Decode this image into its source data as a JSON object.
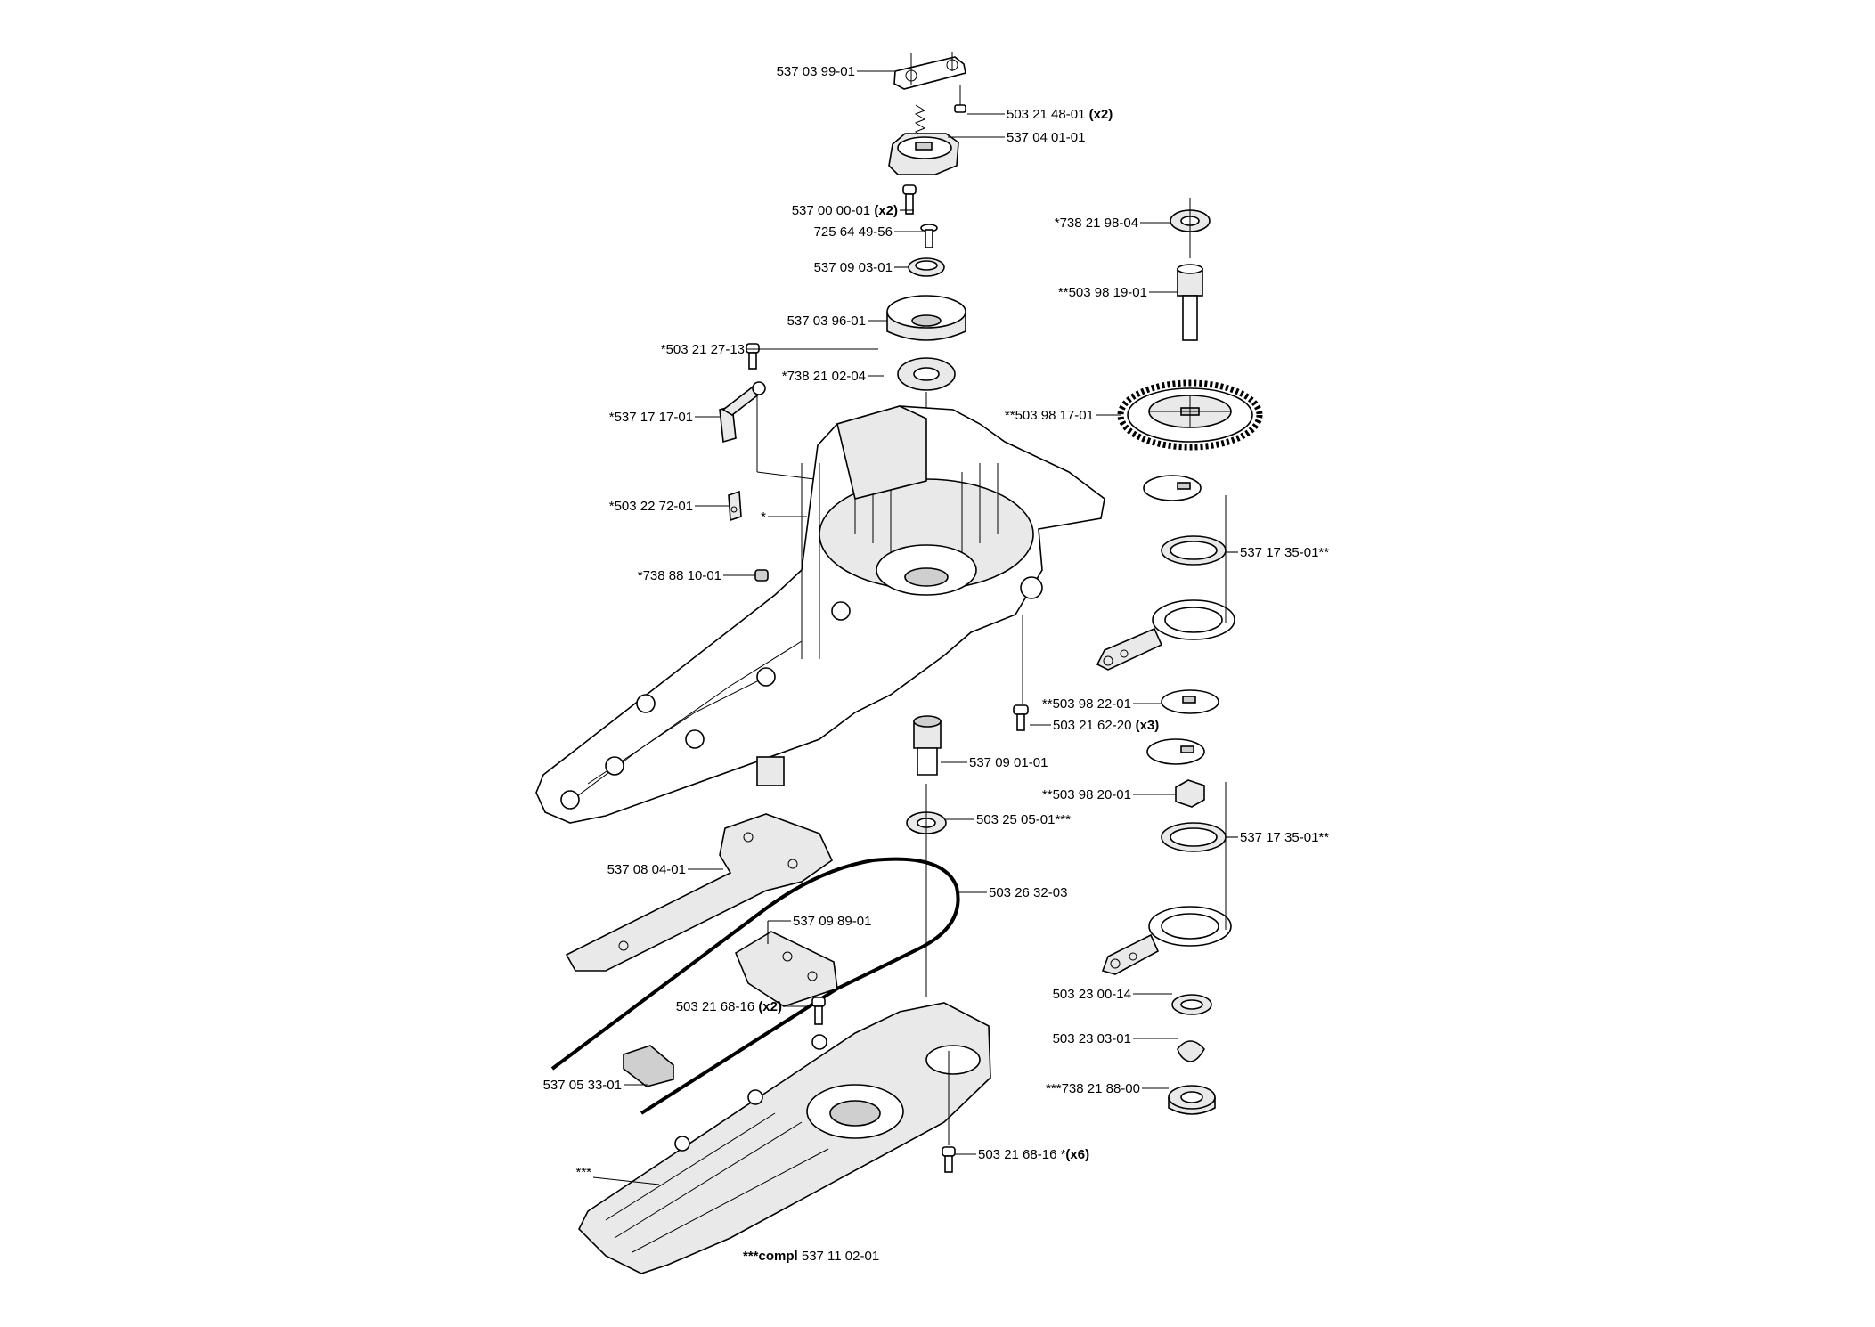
{
  "callouts": [
    {
      "id": "c1",
      "text": "537 03 99-01",
      "suffix": ""
    },
    {
      "id": "c2",
      "text": "503 21 48-01",
      "suffix": "(x2)"
    },
    {
      "id": "c3",
      "text": "537 04 01-01",
      "suffix": ""
    },
    {
      "id": "c4",
      "text": "537 00 00-01",
      "suffix": "(x2)"
    },
    {
      "id": "c5",
      "text": "725 64 49-56",
      "suffix": ""
    },
    {
      "id": "c6",
      "text": "537 09 03-01",
      "suffix": ""
    },
    {
      "id": "c7",
      "text": "537 03 96-01",
      "suffix": ""
    },
    {
      "id": "c8",
      "text": "*503 21 27-13",
      "suffix": ""
    },
    {
      "id": "c9",
      "text": "*738 21 02-04",
      "suffix": ""
    },
    {
      "id": "c10",
      "text": "*537 17 17-01",
      "suffix": ""
    },
    {
      "id": "c11",
      "text": "*503 22 72-01",
      "suffix": ""
    },
    {
      "id": "c12",
      "text": "*",
      "suffix": ""
    },
    {
      "id": "c13",
      "text": "*738 88 10-01",
      "suffix": ""
    },
    {
      "id": "c14",
      "text": "*738 21 98-04",
      "suffix": ""
    },
    {
      "id": "c15",
      "text": "**503 98 19-01",
      "suffix": ""
    },
    {
      "id": "c16",
      "text": "**503 98 17-01",
      "suffix": ""
    },
    {
      "id": "c17",
      "text": "537 17 35-01**",
      "suffix": ""
    },
    {
      "id": "c18",
      "text": "**503 98 22-01",
      "suffix": ""
    },
    {
      "id": "c19",
      "text": "503 21 62-20",
      "suffix": "(x3)"
    },
    {
      "id": "c20",
      "text": "537 09 01-01",
      "suffix": ""
    },
    {
      "id": "c21",
      "text": "**503 98 20-01",
      "suffix": ""
    },
    {
      "id": "c22",
      "text": "503 25 05-01***",
      "suffix": ""
    },
    {
      "id": "c23",
      "text": "537 17 35-01**",
      "suffix": ""
    },
    {
      "id": "c24",
      "text": "537 08 04-01",
      "suffix": ""
    },
    {
      "id": "c25",
      "text": "503 26 32-03",
      "suffix": ""
    },
    {
      "id": "c26",
      "text": "537 09 89-01",
      "suffix": ""
    },
    {
      "id": "c27",
      "text": "503 21 68-16",
      "suffix": "(x2)"
    },
    {
      "id": "c28",
      "text": "503 23 00-14",
      "suffix": ""
    },
    {
      "id": "c29",
      "text": "503 23 03-01",
      "suffix": ""
    },
    {
      "id": "c30",
      "text": "***738 21 88-00",
      "suffix": ""
    },
    {
      "id": "c31",
      "text": "537 05 33-01",
      "suffix": ""
    },
    {
      "id": "c32",
      "text": "503 21 68-16 *",
      "suffix": "(x6)"
    },
    {
      "id": "c33",
      "text": "***",
      "suffix": ""
    }
  ],
  "footer": {
    "prefix": "***compl",
    "text": "537 11 02-01"
  }
}
